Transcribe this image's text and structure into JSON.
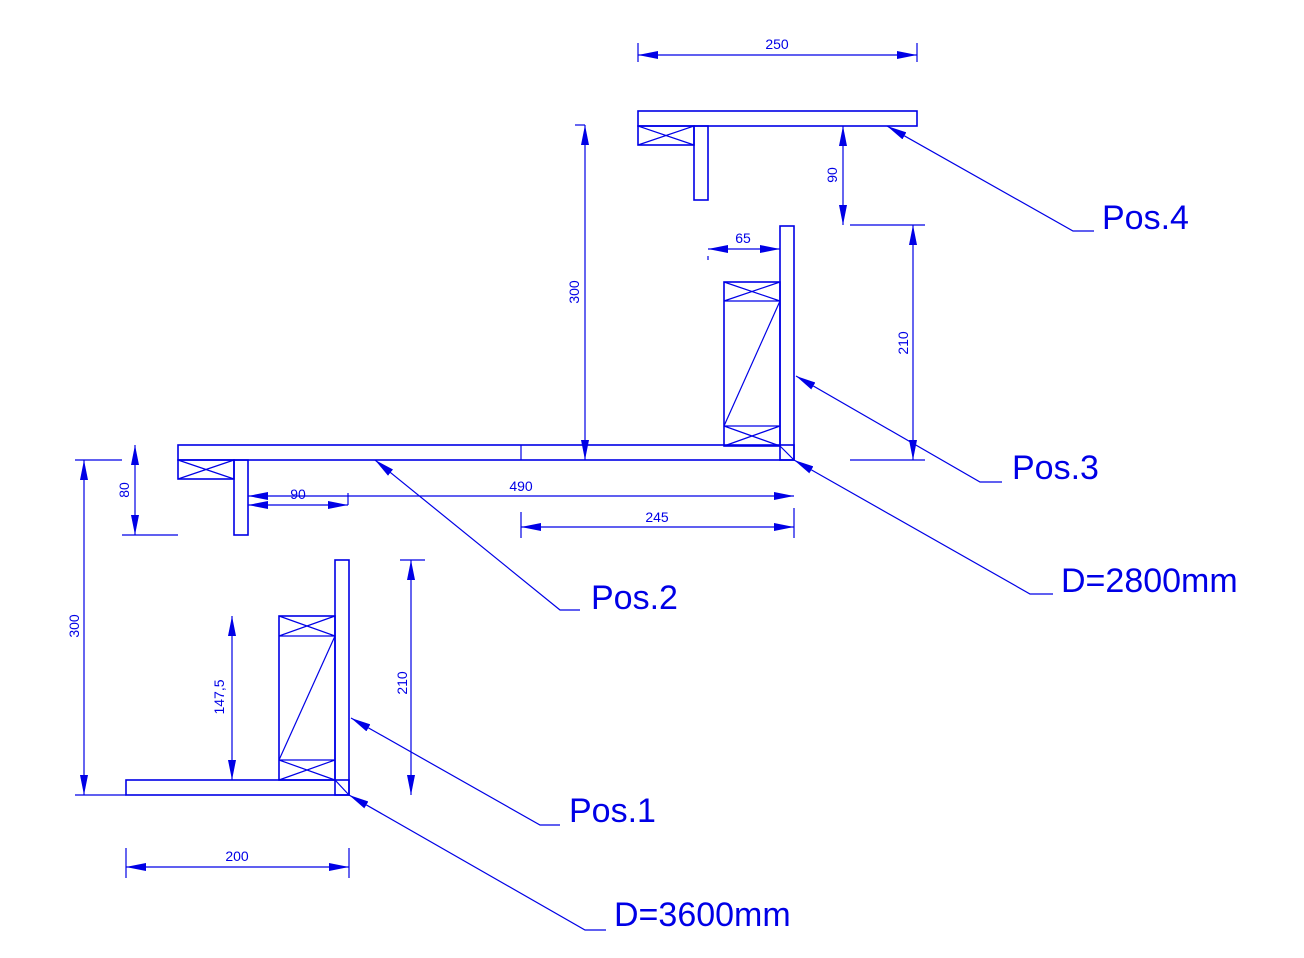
{
  "labels": {
    "pos1": "Pos.1",
    "pos2": "Pos.2",
    "pos3": "Pos.3",
    "pos4": "Pos.4",
    "d_lower": "D=3600mm",
    "d_upper": "D=2800mm"
  },
  "dimensions": {
    "top_width": "250",
    "pos4_gap": "90",
    "pos3_height": "210",
    "pos3_depth": "65",
    "upper_height": "300",
    "pos2_thickness": "80",
    "pos2_offset": "90",
    "pos2_length": "490",
    "pos2_half": "245",
    "lower_height": "300",
    "pos1_cabinet": "147,5",
    "pos1_height": "210",
    "pos1_width": "200"
  },
  "colors": {
    "line": "#0000e6",
    "background": "#ffffff"
  }
}
